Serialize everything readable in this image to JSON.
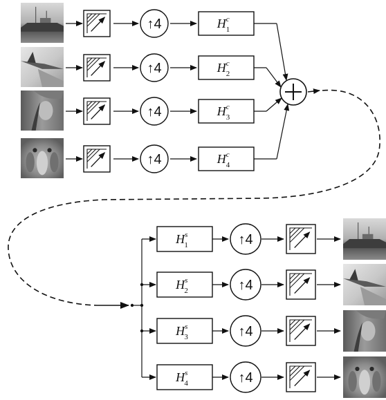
{
  "diagram": {
    "colors": {
      "stroke": "#111111",
      "background": "#ffffff"
    },
    "upsample_symbol": "↑4",
    "sum_symbol": "+",
    "encoder": {
      "rows": [
        {
          "image_icon": "boat-image-icon",
          "filter": {
            "base": "H",
            "sup": "c",
            "sub": "1"
          }
        },
        {
          "image_icon": "aircraft-image-icon",
          "filter": {
            "base": "H",
            "sup": "c",
            "sub": "2"
          }
        },
        {
          "image_icon": "lena-image-icon",
          "filter": {
            "base": "H",
            "sup": "c",
            "sub": "3"
          }
        },
        {
          "image_icon": "baboon-image-icon",
          "filter": {
            "base": "H",
            "sup": "c",
            "sub": "4"
          }
        }
      ]
    },
    "decoder": {
      "rows": [
        {
          "image_icon": "boat-image-icon",
          "filter": {
            "base": "H",
            "sup": "s",
            "sub": "1"
          }
        },
        {
          "image_icon": "aircraft-image-icon",
          "filter": {
            "base": "H",
            "sup": "s",
            "sub": "2"
          }
        },
        {
          "image_icon": "lena-image-icon",
          "filter": {
            "base": "H",
            "sup": "s",
            "sub": "3"
          }
        },
        {
          "image_icon": "baboon-image-icon",
          "filter": {
            "base": "H",
            "sup": "s",
            "sub": "4"
          }
        }
      ]
    }
  }
}
